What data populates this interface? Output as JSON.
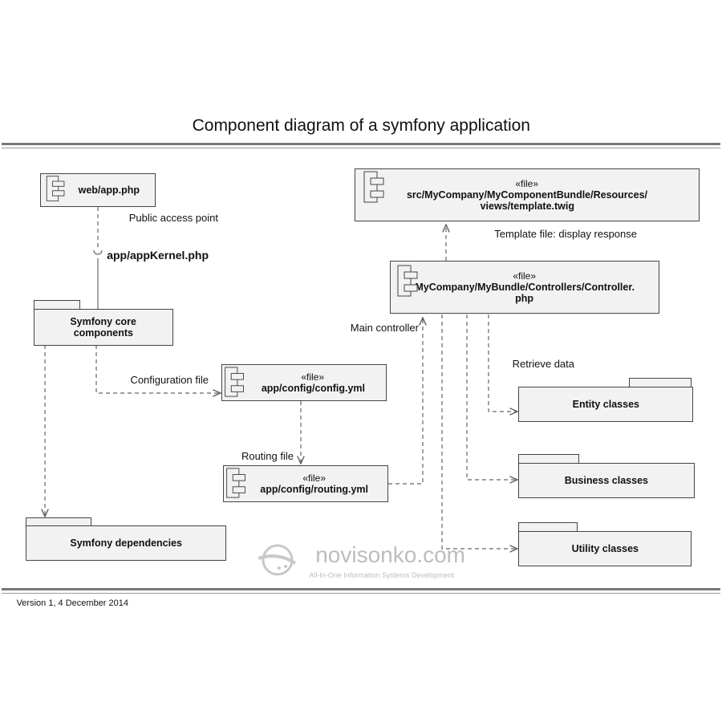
{
  "diagram": {
    "title": "Component diagram of a symfony application",
    "footer": "Version 1, 4 December 2014",
    "watermark": {
      "site": "novisonko.com",
      "tagline": "All-In-One Information Systems Development"
    },
    "components": {
      "template": {
        "stereotype": "«file»",
        "name_line1": "src/MyCompany/MyComponentBundle/Resources/",
        "name_line2": "views/template.twig"
      },
      "controller": {
        "stereotype": "«file»",
        "name_line1": "MyCompany/MyBundle/Controllers/Controller.",
        "name_line2": "php"
      },
      "web_app": {
        "name": "web/app.php"
      },
      "config": {
        "stereotype": "«file»",
        "name": "app/config/config.yml"
      },
      "routing": {
        "stereotype": "«file»",
        "name": "app/config/routing.yml"
      }
    },
    "packages": {
      "entity": {
        "name": "Entity classes"
      },
      "business": {
        "name": "Business classes"
      },
      "utility": {
        "name": "Utility classes"
      },
      "core": {
        "name_line1": "Symfony core",
        "name_line2": "components"
      },
      "deps": {
        "name": "Symfony dependencies"
      }
    },
    "labels": {
      "template_file": "Template file: display response",
      "retrieve_data": "Retrieve data",
      "main_controller": "Main controller",
      "public_access": "Public access point",
      "app_kernel": "app/appKernel.php",
      "configuration_file": "Configuration file",
      "routing_file": "Routing file"
    }
  }
}
